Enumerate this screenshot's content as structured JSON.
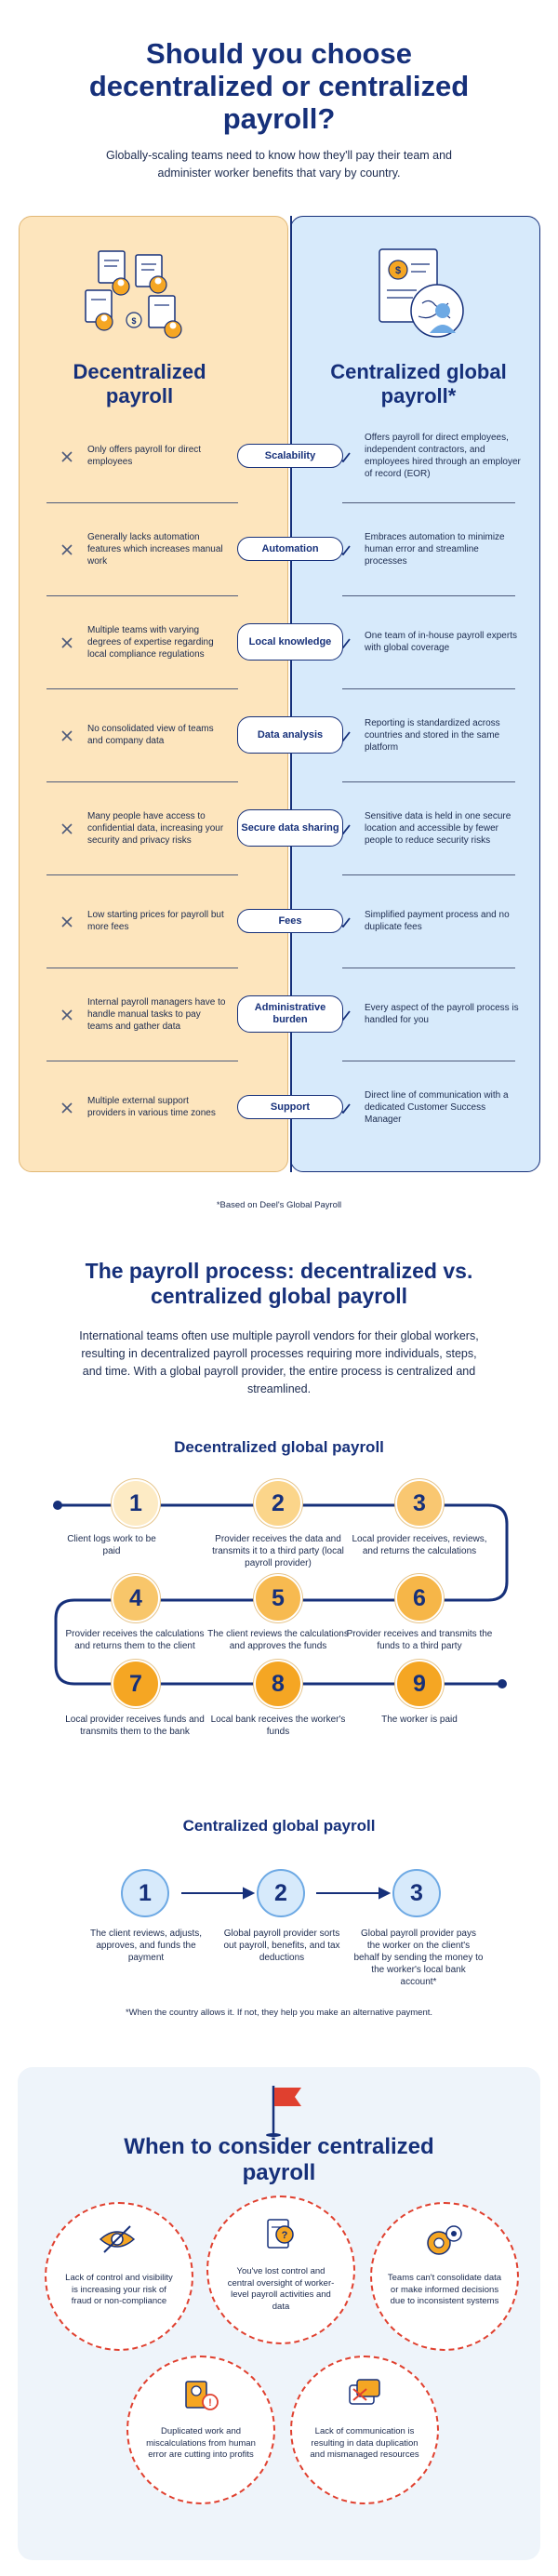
{
  "header": {
    "title": "Should you choose decentralized or centralized payroll?",
    "subtitle": "Globally-scaling teams need to know how they'll pay their team and administer worker benefits that vary by country."
  },
  "comparison": {
    "left_heading": "Decentralized payroll",
    "right_heading": "Centralized global payroll*",
    "rows": [
      {
        "category": "Scalability",
        "decentralized": "Only offers payroll for direct employees",
        "centralized": "Offers payroll for direct employees, independent contractors, and employees hired through an employer of record (EOR)"
      },
      {
        "category": "Automation",
        "decentralized": "Generally lacks automation features which increases manual work",
        "centralized": "Embraces automation to minimize human error and streamline processes"
      },
      {
        "category": "Local knowledge",
        "decentralized": "Multiple teams with varying degrees of expertise regarding local compliance regulations",
        "centralized": "One team of in-house payroll experts with global coverage"
      },
      {
        "category": "Data analysis",
        "decentralized": "No consolidated view of teams and company data",
        "centralized": "Reporting is standardized across countries and stored in the same platform"
      },
      {
        "category": "Secure data sharing",
        "decentralized": "Many people have access to confidential data, increasing your security and privacy risks",
        "centralized": "Sensitive data is held in one secure location and accessible by fewer people to reduce security risks"
      },
      {
        "category": "Fees",
        "decentralized": "Low starting prices for payroll but more fees",
        "centralized": "Simplified payment process and no duplicate fees"
      },
      {
        "category": "Administrative burden",
        "decentralized": "Internal payroll managers have to handle manual tasks to pay teams and gather data",
        "centralized": "Every aspect of the payroll process is handled for you"
      },
      {
        "category": "Support",
        "decentralized": "Multiple external support providers in various time zones",
        "centralized": "Direct line of communication with a dedicated Customer Success Manager"
      }
    ],
    "footnote": "*Based on Deel's Global Payroll"
  },
  "process": {
    "title": "The payroll process: decentralized vs. centralized global payroll",
    "intro": "International teams often use multiple payroll vendors for their global workers, resulting in decentralized payroll processes requiring more individuals, steps, and time. With a global payroll provider, the entire process is centralized and streamlined.",
    "decentralized_title": "Decentralized global payroll",
    "decentralized_steps": [
      {
        "num": "1",
        "text": "Client logs work to be paid"
      },
      {
        "num": "2",
        "text": "Provider receives the data and transmits it to a third party (local payroll provider)"
      },
      {
        "num": "3",
        "text": "Local provider receives, reviews, and returns the calculations"
      },
      {
        "num": "4",
        "text": "Provider receives the calculations and returns them to the client"
      },
      {
        "num": "5",
        "text": "The client reviews the calculations and approves the funds"
      },
      {
        "num": "6",
        "text": "Provider receives and transmits the funds to a third party"
      },
      {
        "num": "7",
        "text": "Local provider receives funds and transmits them to the bank"
      },
      {
        "num": "8",
        "text": "Local bank receives the worker's funds"
      },
      {
        "num": "9",
        "text": "The worker is paid"
      }
    ],
    "centralized_title": "Centralized global payroll",
    "centralized_steps": [
      {
        "num": "1",
        "text": "The client reviews, adjusts, approves, and funds the payment"
      },
      {
        "num": "2",
        "text": "Global payroll provider sorts out payroll, benefits, and tax deductions"
      },
      {
        "num": "3",
        "text": "Global payroll provider pays the worker on the client's behalf by sending the money to the worker's local bank account*"
      }
    ],
    "footnote": "*When the country allows it. If not, they help you make an alternative payment."
  },
  "consider": {
    "title": "When to consider centralized payroll",
    "items": [
      {
        "text": "Lack of control and visibility is increasing your risk of fraud or non-compliance"
      },
      {
        "text": "You've lost control and central oversight of worker-level payroll activities and data"
      },
      {
        "text": "Teams can't consolidate data or make informed decisions due to inconsistent systems"
      },
      {
        "text": "Duplicated work and miscalculations from human error are cutting into profits"
      },
      {
        "text": "Lack of communication is resulting in data duplication and mismanaged resources"
      }
    ]
  },
  "colors": {
    "navy": "#16307a",
    "peach": "#fde5bd",
    "light_blue": "#d7eafb",
    "orange": "#f5a623",
    "red": "#e0402f"
  }
}
